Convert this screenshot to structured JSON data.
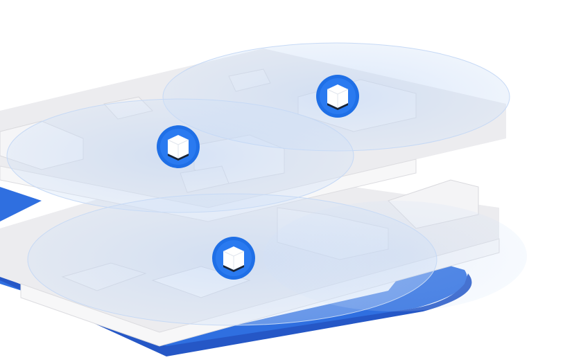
{
  "colors": {
    "background": "#ffffff",
    "base_platform": "#2f6fe0",
    "floor": "#ececef",
    "wall": "#f7f7f8",
    "coverage": "#c9dcf7",
    "router_ring": "#1f6fe6"
  },
  "routers": [
    {
      "name": "upper-floor-router-right",
      "icon": "mesh-router-icon"
    },
    {
      "name": "upper-floor-router-left",
      "icon": "mesh-router-icon"
    },
    {
      "name": "lower-floor-router",
      "icon": "mesh-router-icon"
    }
  ]
}
